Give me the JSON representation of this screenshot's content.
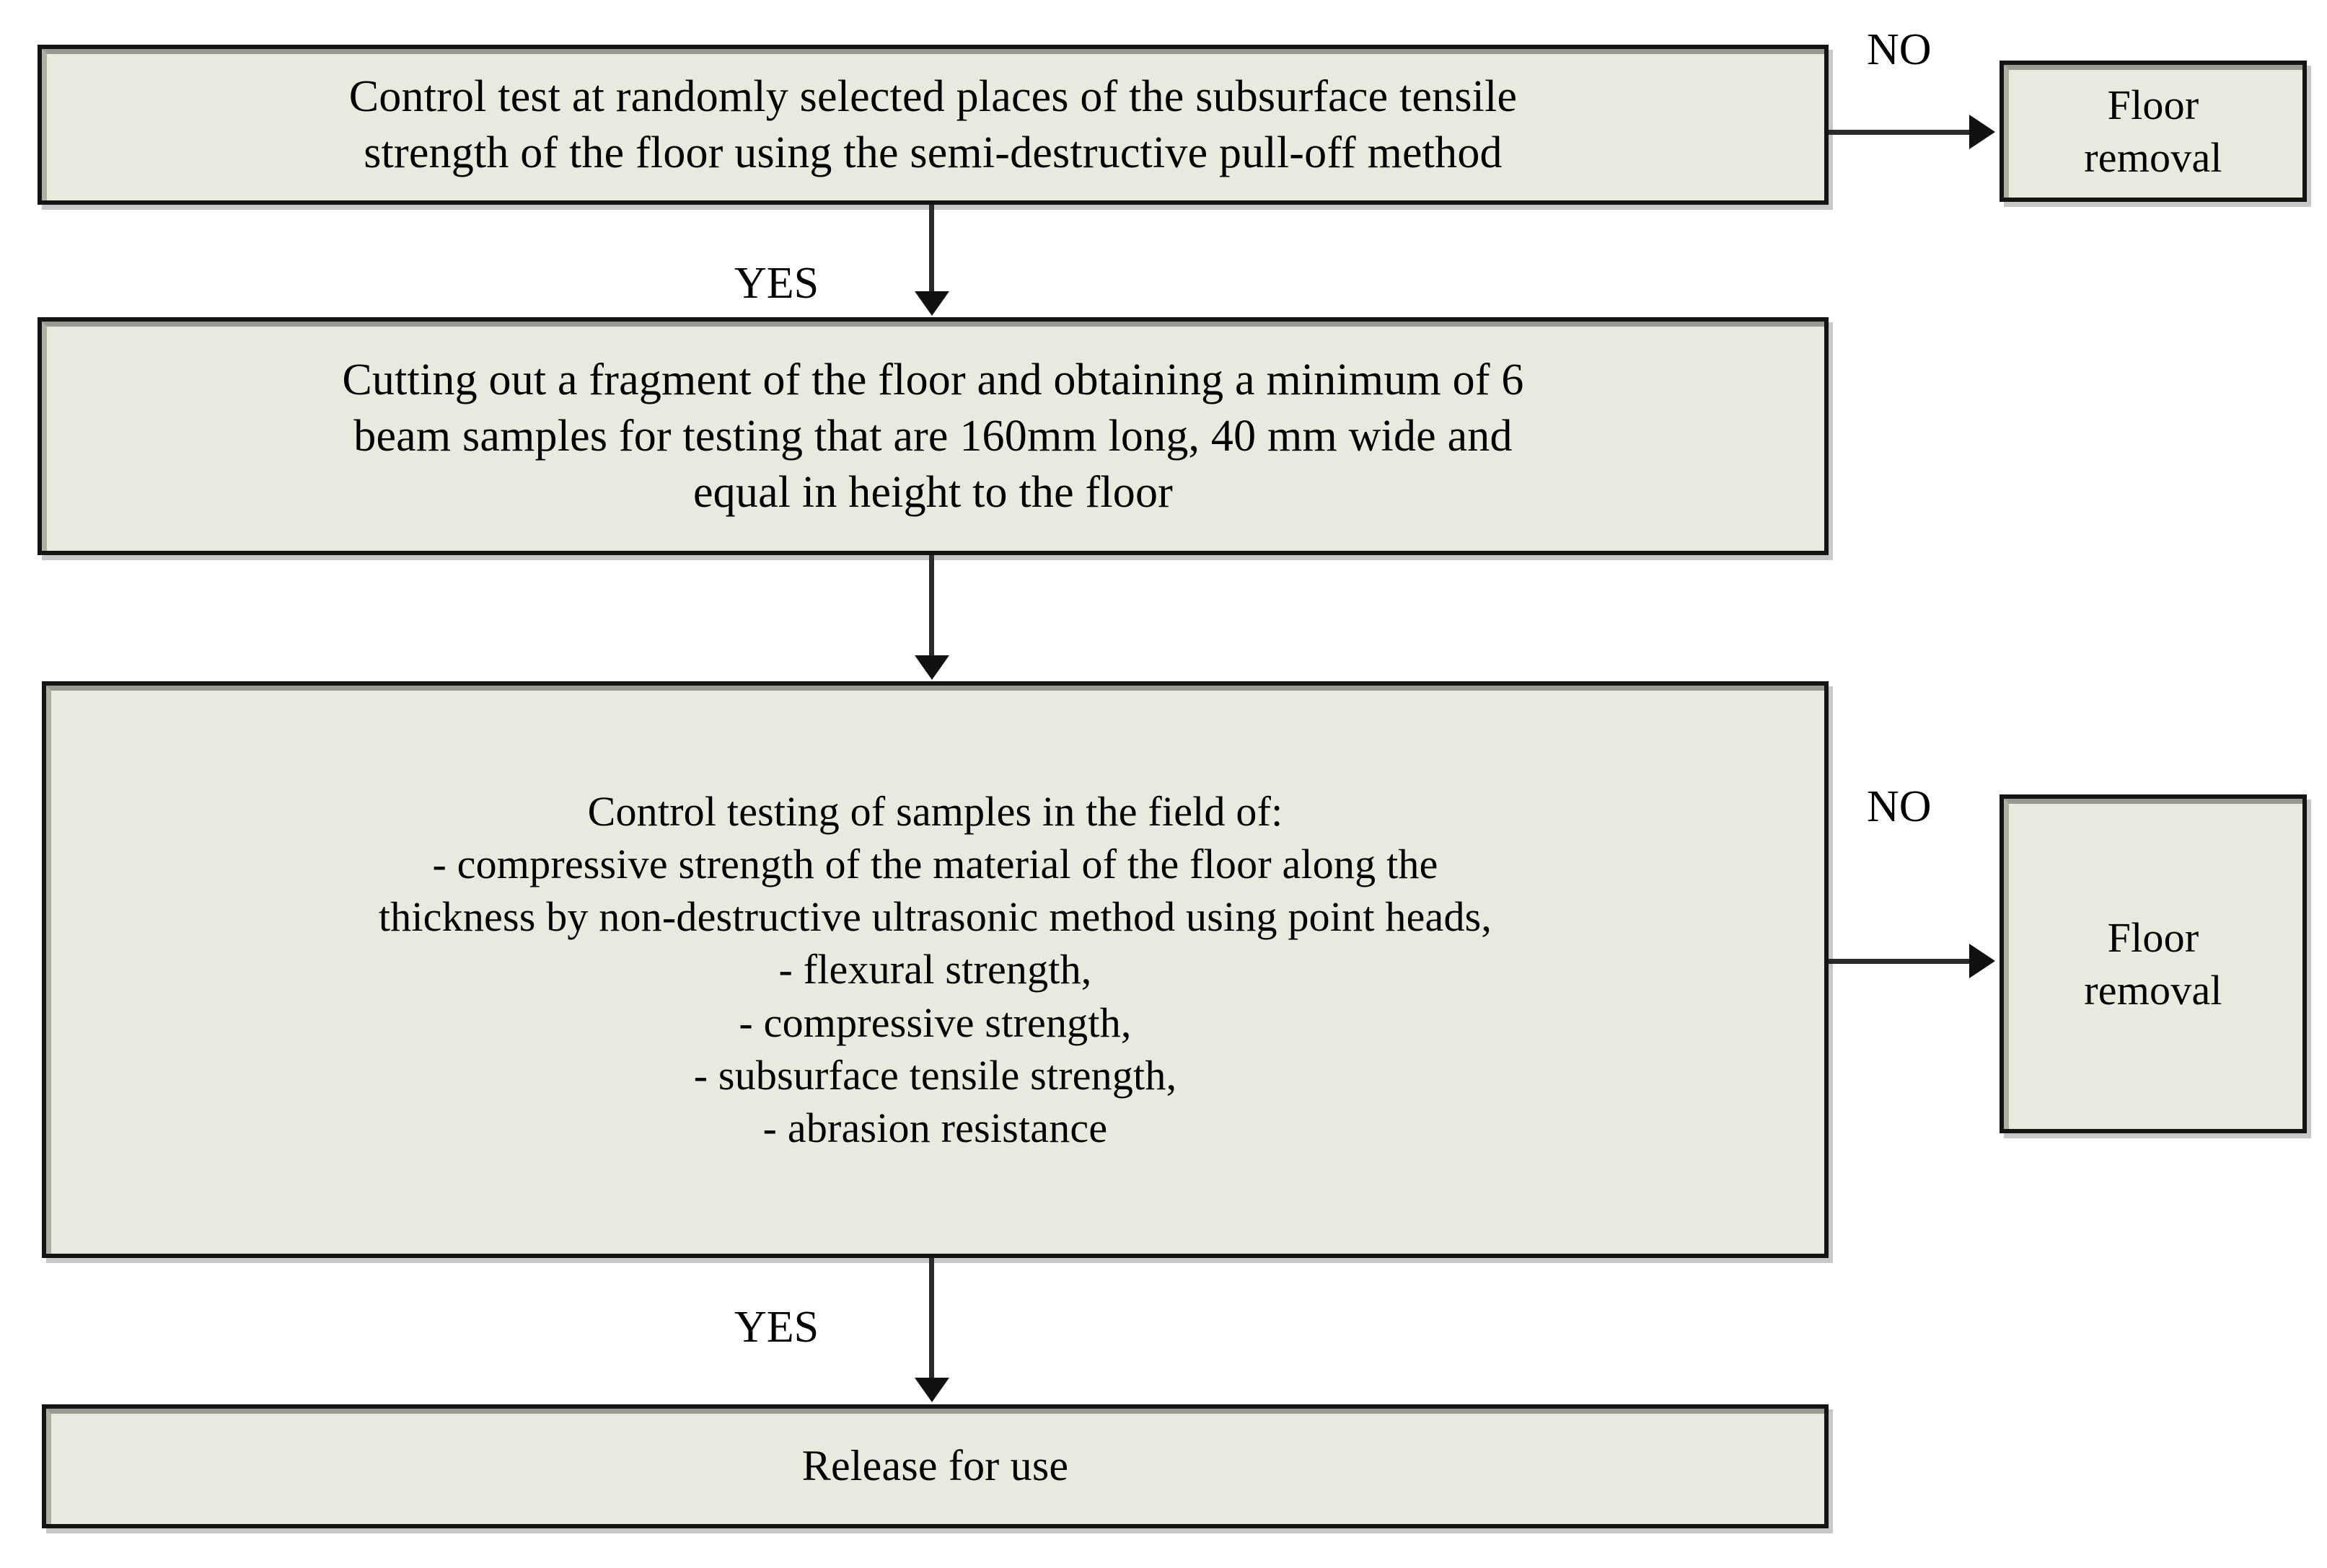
{
  "diagram": {
    "title": "Floor control testing and acceptance flowchart",
    "colors": {
      "box_fill": "#e9eade",
      "box_border": "#141414",
      "connector": "#2a2a2a",
      "page_background": "#ffffff",
      "text": "#000000"
    }
  },
  "nodes": {
    "control_test": {
      "id": "control-test",
      "lines": [
        "Control test at randomly selected places of the subsurface tensile",
        "strength of the floor using the semi-destructive pull-off method"
      ]
    },
    "cutting_fragment": {
      "id": "cutting-fragment",
      "lines": [
        "Cutting out a fragment of the floor and obtaining a minimum of 6",
        "beam samples for testing that are 160mm long, 40 mm wide and",
        "equal in height to the floor"
      ]
    },
    "control_testing": {
      "id": "control-testing",
      "lines": [
        "Control testing of samples in the field of:",
        "- compressive strength of the material of the floor along the",
        "thickness by non-destructive ultrasonic method using point heads,",
        "- flexural strength,",
        "- compressive strength,",
        "- subsurface tensile strength,",
        "- abrasion resistance"
      ]
    },
    "release": {
      "id": "release",
      "lines": [
        "Release for use"
      ]
    },
    "floor_removal_1": {
      "id": "floor-removal-1",
      "lines": [
        "Floor",
        "removal"
      ]
    },
    "floor_removal_2": {
      "id": "floor-removal-2",
      "lines": [
        "Floor",
        "removal"
      ]
    }
  },
  "edges": {
    "yes_1": {
      "label": "YES",
      "from": "control-test",
      "to": "cutting-fragment"
    },
    "no_1": {
      "label": "NO",
      "from": "control-test",
      "to": "floor-removal-1"
    },
    "plain_1": {
      "label": "",
      "from": "cutting-fragment",
      "to": "control-testing"
    },
    "yes_2": {
      "label": "YES",
      "from": "control-testing",
      "to": "release"
    },
    "no_2": {
      "label": "NO",
      "from": "control-testing",
      "to": "floor-removal-2"
    }
  }
}
